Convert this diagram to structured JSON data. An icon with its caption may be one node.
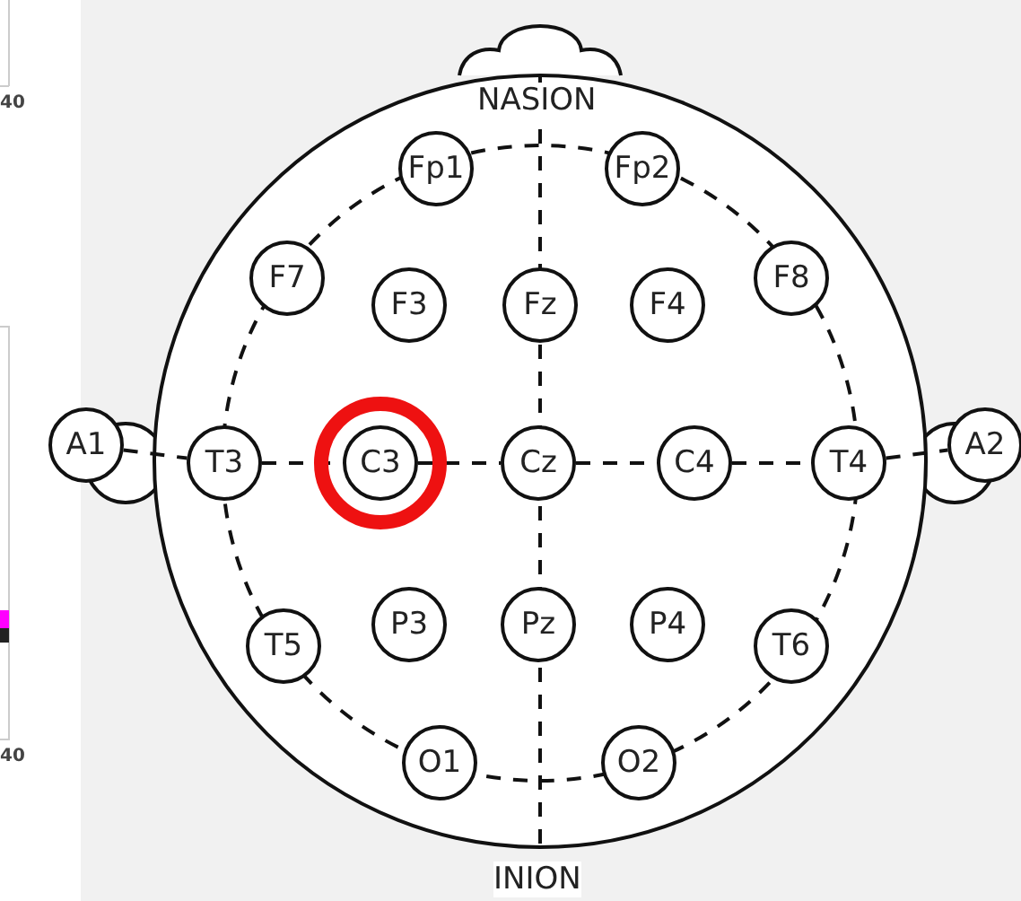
{
  "diagram": {
    "nodes": [
      {
        "text": [
          "Fp1"
        ]
      },
      {
        "text": [
          "Fp2"
        ]
      },
      {
        "text": [
          "F7"
        ]
      },
      {
        "text": [
          "F3"
        ]
      },
      {
        "text": [
          "Fz"
        ]
      },
      {
        "text": [
          "F4"
        ]
      },
      {
        "text": [
          "F8"
        ]
      },
      {
        "text": [
          "A1"
        ]
      },
      {
        "text": [
          "T3"
        ]
      },
      {
        "text": [
          "C3"
        ]
      },
      {
        "text": [
          "Cz"
        ]
      },
      {
        "text": [
          "C4"
        ]
      },
      {
        "text": [
          "T4"
        ]
      },
      {
        "text": [
          "A2"
        ]
      },
      {
        "text": [
          "T5"
        ]
      },
      {
        "text": [
          "P3"
        ]
      },
      {
        "text": [
          "Pz"
        ]
      },
      {
        "text": [
          "P4"
        ]
      },
      {
        "text": [
          "T6"
        ]
      },
      {
        "text": [
          "O1"
        ]
      },
      {
        "text": [
          "O2"
        ]
      }
    ],
    "edges": [
      {
        "from": 7,
        "to": 8,
        "arrow": "none",
        "style": "dashed"
      },
      {
        "from": 8,
        "to": 9,
        "arrow": "none",
        "style": "dashed"
      },
      {
        "from": 9,
        "to": 10,
        "arrow": "none",
        "style": "dashed"
      },
      {
        "from": 10,
        "to": 11,
        "arrow": "none",
        "style": "dashed"
      },
      {
        "from": 11,
        "to": 12,
        "arrow": "none",
        "style": "dashed"
      },
      {
        "from": 12,
        "to": 13,
        "arrow": "none",
        "style": "dashed"
      }
    ],
    "labels": [
      "40",
      "40",
      "NASION",
      "INION"
    ]
  }
}
